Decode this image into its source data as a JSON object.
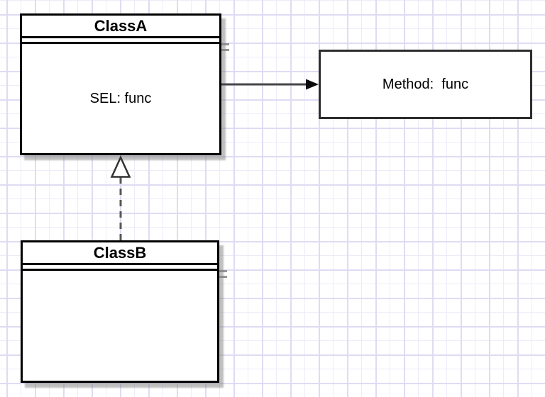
{
  "nodes": {
    "classA": {
      "title": "ClassA",
      "attributes": "SEL: func"
    },
    "classB": {
      "title": "ClassB",
      "attributes": ""
    },
    "methodBox": {
      "label": "Method:  func"
    }
  },
  "edges": [
    {
      "from": "ClassA",
      "to": "Method:  func",
      "line": "solid",
      "arrowhead": "filled-triangle",
      "direction": "right"
    },
    {
      "from": "ClassB",
      "to": "ClassA",
      "line": "dashed",
      "arrowhead": "hollow-triangle",
      "direction": "up"
    }
  ],
  "colors": {
    "canvas_bg": "#ffffff",
    "grid_minor": "#eeebf9",
    "grid_major": "#e0dbf3",
    "class_border": "#000000",
    "method_border": "#2d2d2d",
    "connector": "#474747",
    "shadow": "#969696"
  }
}
